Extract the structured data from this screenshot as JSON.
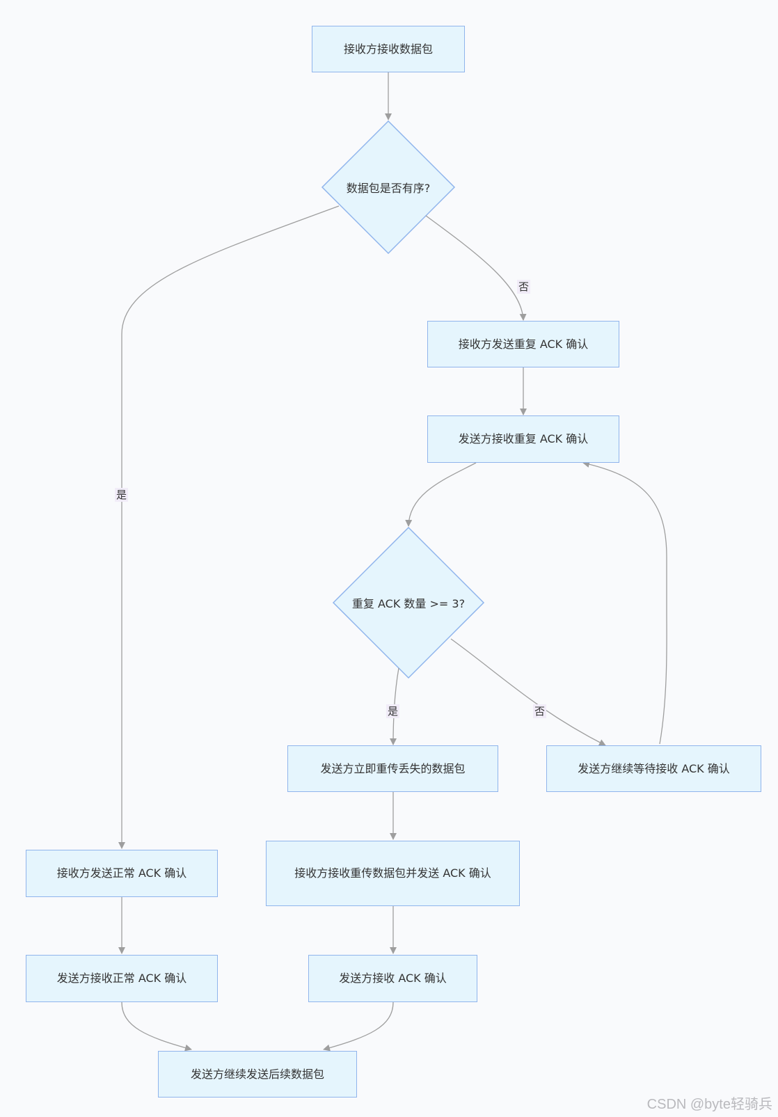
{
  "nodes": {
    "receive_packet": "接收方接收数据包",
    "in_order_decision": "数据包是否有序?",
    "send_dup_ack": "接收方发送重复 ACK 确认",
    "sender_recv_dup_ack": "发送方接收重复 ACK 确认",
    "dup_ack_count_decision": "重复 ACK 数量 >= 3?",
    "fast_retransmit": "发送方立即重传丢失的数据包",
    "keep_waiting": "发送方继续等待接收 ACK 确认",
    "send_normal_ack": "接收方发送正常 ACK 确认",
    "sender_recv_normal_ack": "发送方接收正常 ACK 确认",
    "recv_retransmit_send_ack": "接收方接收重传数据包并发送 ACK 确认",
    "sender_recv_ack": "发送方接收 ACK 确认",
    "continue_sending": "发送方继续发送后续数据包"
  },
  "edge_labels": {
    "yes_in_order": "是",
    "no_in_order": "否",
    "yes_dup": "是",
    "no_dup": "否"
  },
  "watermark": "CSDN @byte轻骑兵",
  "colors": {
    "node_fill": "#e5f5fd",
    "node_border": "#8fb4ec",
    "edge": "#9e9e9e",
    "edge_label_bg": "#f1ecf8",
    "background": "#f9fafc"
  }
}
